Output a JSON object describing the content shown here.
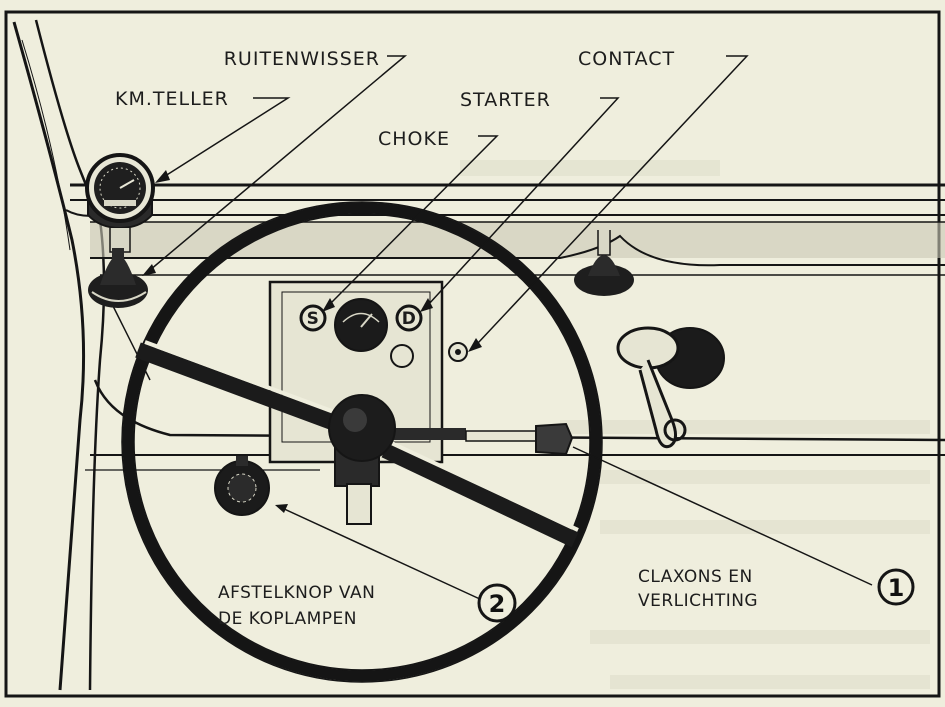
{
  "labels": {
    "km_teller": "KM.TELLER",
    "ruitenwisser": "RUITENWISSER",
    "contact": "CONTACT",
    "starter": "STARTER",
    "choke": "CHOKE",
    "claxons_line1": "CLAXONS EN",
    "claxons_line2": "VERLICHTING",
    "afstelknop_line1": "AFSTELKNOP VAN",
    "afstelknop_line2": "DE KOPLAMPEN"
  },
  "callouts": {
    "one": "1",
    "two": "2"
  },
  "switches": {
    "s": "S",
    "d": "D"
  }
}
